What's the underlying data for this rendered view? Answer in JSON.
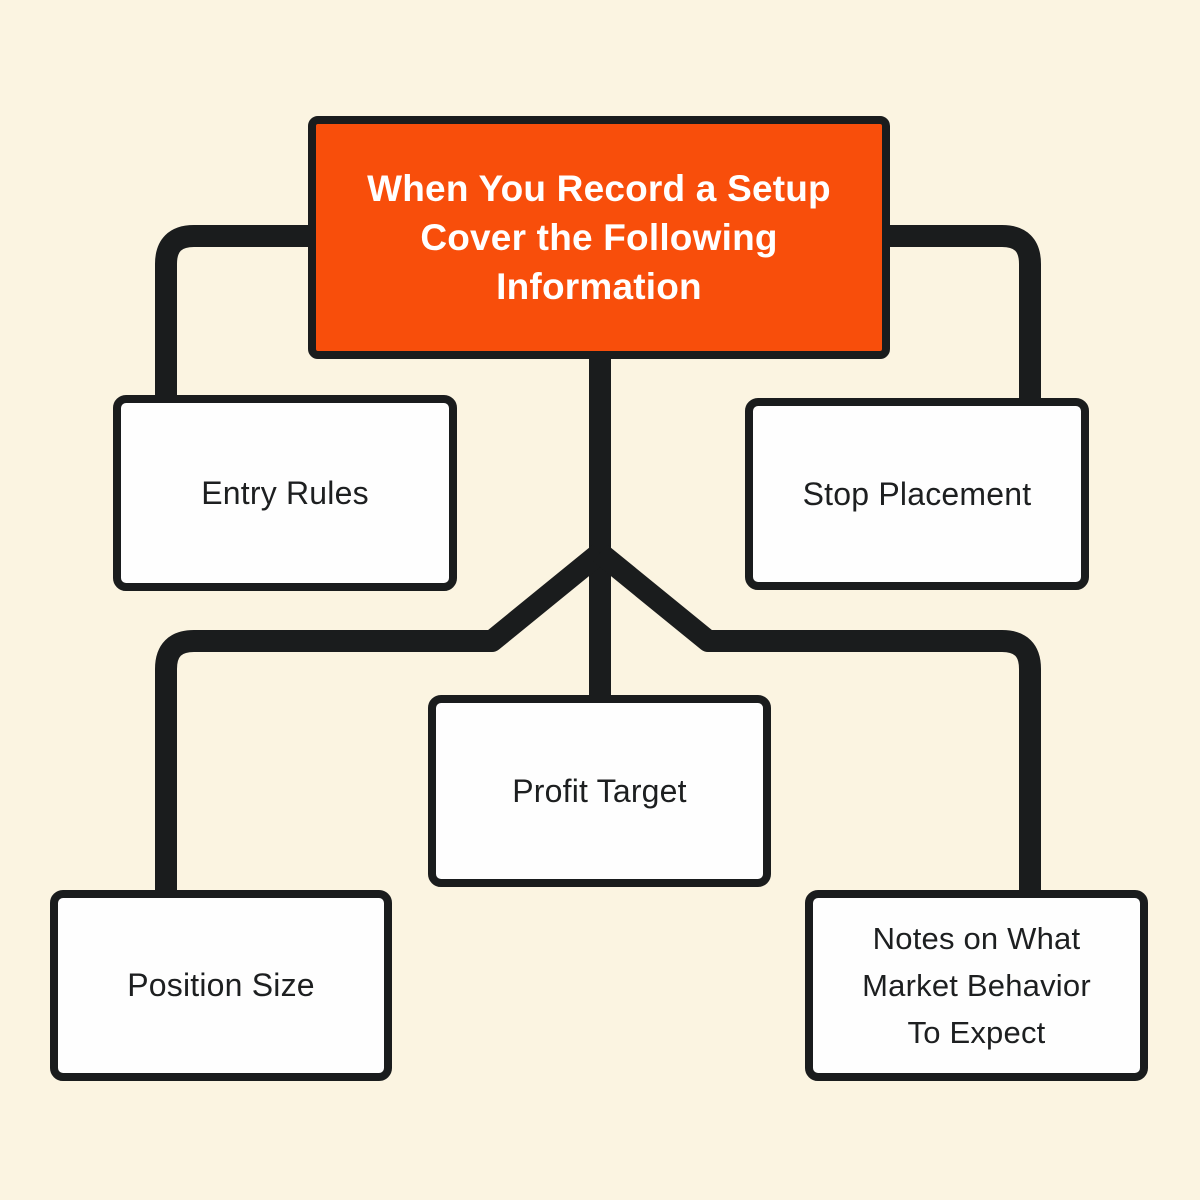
{
  "palette": {
    "background": "#FBF4E1",
    "connector": "#1A1C1D",
    "node_border": "#1A1C1D",
    "node_fill": "#FEFEFE",
    "accent": "#F84E0B",
    "accent_text": "#FFFFFF",
    "label_color": "#1D1F20"
  },
  "diagram": {
    "root": {
      "title": "When You Record a Setup Cover the Following Information",
      "title_lines": [
        "When You Record a Setup",
        "Cover the Following",
        "Information"
      ]
    },
    "children": [
      {
        "label": "Entry Rules"
      },
      {
        "label": "Stop Placement"
      },
      {
        "label": "Profit Target"
      },
      {
        "label": "Position Size"
      },
      {
        "label": "Notes on What Market Behavior To Expect",
        "label_lines": [
          "Notes on What",
          "Market Behavior",
          "To Expect"
        ]
      }
    ]
  }
}
